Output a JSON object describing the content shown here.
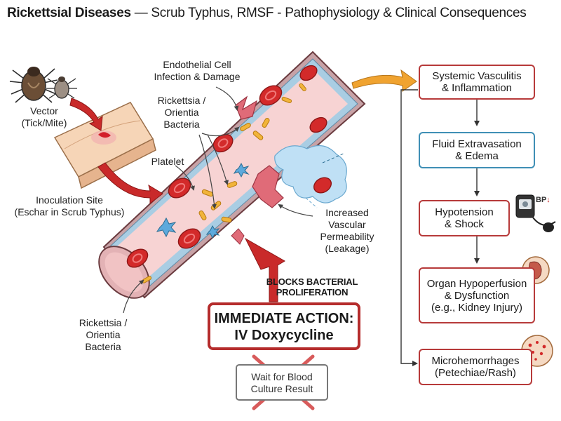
{
  "title": {
    "bold": "Rickettsial Diseases",
    "rest": " — Scrub Typhus, RMSF - Pathophysiology & Clinical Consequences"
  },
  "labels": {
    "vector_line1": "Vector",
    "vector_line2": "(Tick/Mite)",
    "inoc_line1": "Inoculation Site",
    "inoc_line2": "(Eschar in Scrub Typhus)",
    "endo_line1": "Endothelial Cell",
    "endo_line2": "Infection & Damage",
    "bact_top_line1": "Rickettsia /",
    "bact_top_line2": "Orientia",
    "bact_top_line3": "Bacteria",
    "platelet": "Platelet",
    "perm_line1": "Increased",
    "perm_line2": "Vascular",
    "perm_line3": "Permeability",
    "perm_line4": "(Leakage)",
    "bact_bot_line1": "Rickettsia /",
    "bact_bot_line2": "Orientia",
    "bact_bot_line3": "Bacteria"
  },
  "treatment": {
    "blocks_line1": "BLOCKS BACTERIAL",
    "blocks_line2": "PROLIFERATION",
    "action_line1": "IMMEDIATE ACTION:",
    "action_line2": "IV Doxycycline",
    "wait_line1": "Wait for Blood",
    "wait_line2": "Culture Result"
  },
  "flow": {
    "step1_line1": "Systemic Vasculitis",
    "step1_line2": "& Inflammation",
    "step2_line1": "Fluid Extravasation",
    "step2_line2": "& Edema",
    "step3_line1": "Hypotension",
    "step3_line2": "& Shock",
    "step4_line1": "Organ Hypoperfusion",
    "step4_line2": "& Dysfunction",
    "step4_line3": "(e.g., Kidney Injury)",
    "step5_line1": "Microhemorrhages",
    "step5_line2": "(Petechiae/Rash)",
    "bp_label": "BP",
    "bp_arrow": "↓"
  },
  "colors": {
    "red_box": "#b73a3a",
    "blue_box": "#3f8fb5",
    "vessel_wall": "#c7a2a6",
    "endothelium": "#a9cde3",
    "lumen": "#f7d3d3",
    "rbc": "#d32a2a",
    "bacteria": "#f1b43a",
    "platelet": "#5da9dc",
    "leak": "#bfe0f5",
    "orange_arrow": "#f0a330",
    "red_arrow": "#c92a2a"
  }
}
